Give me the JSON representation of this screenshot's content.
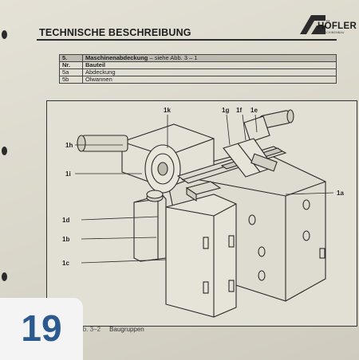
{
  "header": {
    "title": "TECHNISCHE BESCHREIBUNG",
    "logo_text": "HÖFLER",
    "logo_subtext": "MASCHINENBAU"
  },
  "parts_table": {
    "section_number": "5.",
    "section_title": "Maschinenabdeckung",
    "section_note": "– siehe Abb. 3 – 1",
    "col_nr": "Nr.",
    "col_part": "Bauteil",
    "rows": [
      {
        "nr": "5a",
        "part": "Abdeckung"
      },
      {
        "nr": "5b",
        "part": "Ölwannen"
      }
    ]
  },
  "diagram": {
    "labels": {
      "1k": "1k",
      "1g": "1g",
      "1f": "1f",
      "1e": "1e",
      "1h": "1h",
      "1i": "1i",
      "1a": "1a",
      "1d": "1d",
      "1b": "1b",
      "1c": "1c"
    }
  },
  "caption": {
    "ref": "Abb. 3–2",
    "text": "Baugruppen"
  },
  "badge": {
    "number": "19"
  }
}
